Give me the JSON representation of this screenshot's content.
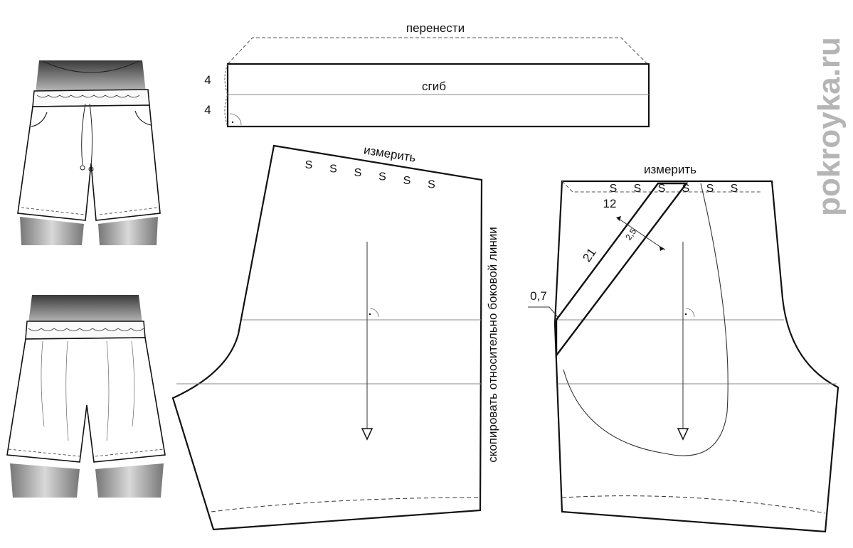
{
  "watermark": "pokroyka.ru",
  "waistband": {
    "transfer_label": "перенести",
    "fold_label": "сгиб",
    "height_top": "4",
    "height_bottom": "4"
  },
  "front_piece": {
    "measure_label": "измерить",
    "side_copy_label": "скопировать относительно боковой линии",
    "gather_mark": "S",
    "gather_count": 6
  },
  "back_piece": {
    "measure_label": "измерить",
    "gather_mark": "S",
    "gather_count": 6,
    "pocket_dim_12": "12",
    "pocket_dim_2_5": "2,5",
    "pocket_dim_21": "21",
    "pocket_dim_0_7": "0,7"
  },
  "colors": {
    "line": "#111111",
    "thin_line": "#888888",
    "watermark": "#b5b5b5"
  }
}
